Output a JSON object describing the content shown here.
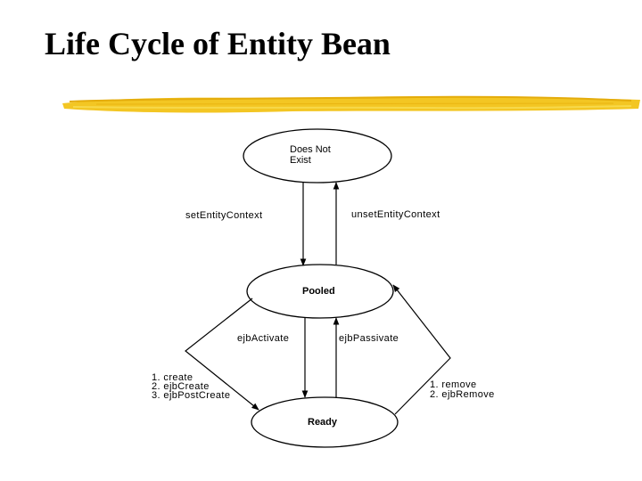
{
  "slide": {
    "title": "Life Cycle of Entity Bean"
  },
  "states": {
    "does_not_exist_line1": "Does Not",
    "does_not_exist_line2": "Exist",
    "pooled": "Pooled",
    "ready": "Ready"
  },
  "transitions": {
    "set_entity_context": "setEntityContext",
    "unset_entity_context": "unsetEntityContext",
    "ejb_activate": "ejbActivate",
    "ejb_passivate": "ejbPassivate",
    "create_steps": [
      "1. create",
      "2. ejbCreate",
      "3. ejbPostCreate"
    ],
    "remove_steps": [
      "1. remove",
      "2. ejbRemove"
    ]
  },
  "colors": {
    "underline": "#f0c419",
    "underline_dark": "#e0a800",
    "stroke": "#000000"
  }
}
